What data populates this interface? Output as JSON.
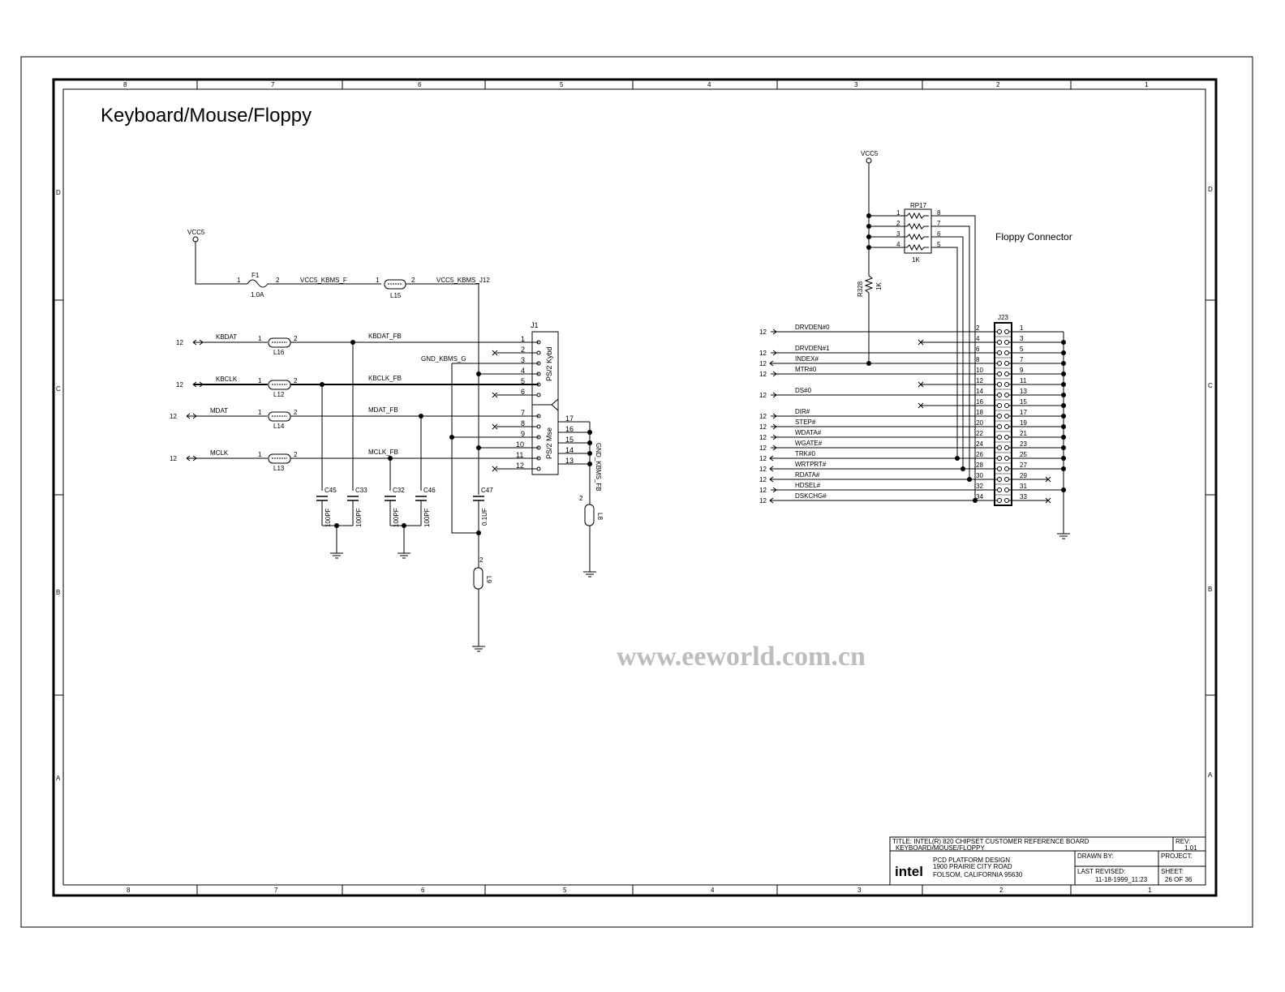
{
  "title": "Keyboard/Mouse/Floppy",
  "watermark": "www.eeworld.com.cn",
  "zones": {
    "columns": [
      "8",
      "7",
      "6",
      "5",
      "4",
      "3",
      "2",
      "1"
    ],
    "rows": [
      "D",
      "C",
      "B",
      "A"
    ]
  },
  "power": {
    "left_vcc": "VCC5",
    "right_vcc": "VCC5"
  },
  "fuse": {
    "ref": "F1",
    "value": "1.0A",
    "pin1": "1",
    "pin2": "2"
  },
  "nets": {
    "vcc_f": "VCC5_KBMS_F",
    "vcc_j12": "VCC5_KBMS_J12",
    "gnd_g": "GND_KBMS_G",
    "gnd_fb": "GND_KBMS_FB"
  },
  "l15": {
    "ref": "L15",
    "pin1": "1",
    "pin2": "2"
  },
  "kbms_signals": [
    {
      "sheet": "12",
      "name": "KBDAT",
      "ferrite": "L16",
      "fb": "KBDAT_FB"
    },
    {
      "sheet": "12",
      "name": "KBCLK",
      "ferrite": "L12",
      "fb": "KBCLK_FB"
    },
    {
      "sheet": "12",
      "name": "MDAT",
      "ferrite": "L14",
      "fb": "MDAT_FB"
    },
    {
      "sheet": "12",
      "name": "MCLK",
      "ferrite": "L13",
      "fb": "MCLK_FB"
    }
  ],
  "j1": {
    "ref": "J1",
    "kybd_label": "PS/2 Kybd",
    "mse_label": "PS/2 Mse",
    "left_pins": [
      "1",
      "2",
      "3",
      "4",
      "5",
      "6",
      "7",
      "8",
      "9",
      "10",
      "11",
      "12"
    ],
    "right_pins": [
      "17",
      "16",
      "15",
      "14",
      "13"
    ]
  },
  "caps": [
    {
      "ref": "C45",
      "value": "100PF"
    },
    {
      "ref": "C33",
      "value": "100PF"
    },
    {
      "ref": "C32",
      "value": "100PF"
    },
    {
      "ref": "C46",
      "value": "100PF"
    },
    {
      "ref": "C47",
      "value": "0.1UF"
    }
  ],
  "l9": {
    "ref": "L9",
    "pin": "2"
  },
  "l8": {
    "ref": "L8",
    "pin": "2"
  },
  "floppy": {
    "title": "Floppy Connector",
    "rp17": {
      "ref": "RP17",
      "value": "1K",
      "left_pins": [
        "1",
        "2",
        "3",
        "4"
      ],
      "right_pins": [
        "8",
        "7",
        "6",
        "5"
      ]
    },
    "r328": {
      "ref": "R328",
      "value": "1K"
    },
    "j23": "J23",
    "rows": [
      {
        "even": "2",
        "odd": "1",
        "sheet": "12",
        "name": "DRVDEN#0"
      },
      {
        "even": "4",
        "odd": "3",
        "sheet": "",
        "name": ""
      },
      {
        "even": "6",
        "odd": "5",
        "sheet": "12",
        "name": "DRVDEN#1"
      },
      {
        "even": "8",
        "odd": "7",
        "sheet": "12",
        "name": "INDEX#"
      },
      {
        "even": "10",
        "odd": "9",
        "sheet": "12",
        "name": "MTR#0"
      },
      {
        "even": "12",
        "odd": "11",
        "sheet": "",
        "name": ""
      },
      {
        "even": "14",
        "odd": "13",
        "sheet": "12",
        "name": "DS#0"
      },
      {
        "even": "16",
        "odd": "15",
        "sheet": "",
        "name": ""
      },
      {
        "even": "18",
        "odd": "17",
        "sheet": "12",
        "name": "DIR#"
      },
      {
        "even": "20",
        "odd": "19",
        "sheet": "12",
        "name": "STEP#"
      },
      {
        "even": "22",
        "odd": "21",
        "sheet": "12",
        "name": "WDATA#"
      },
      {
        "even": "24",
        "odd": "23",
        "sheet": "12",
        "name": "WGATE#"
      },
      {
        "even": "26",
        "odd": "25",
        "sheet": "12",
        "name": "TRK#0"
      },
      {
        "even": "28",
        "odd": "27",
        "sheet": "12",
        "name": "WRTPRT#"
      },
      {
        "even": "30",
        "odd": "29",
        "sheet": "12",
        "name": "RDATA#"
      },
      {
        "even": "32",
        "odd": "31",
        "sheet": "12",
        "name": "HDSEL#"
      },
      {
        "even": "34",
        "odd": "33",
        "sheet": "12",
        "name": "DSKCHG#"
      }
    ]
  },
  "title_block": {
    "title_line1": "TITLE: INTEL(R) 820 CHIPSET CUSTOMER REFERENCE BOARD",
    "title_line2": "KEYBOARD/MOUSE/FLOPPY",
    "rev_label": "REV:",
    "rev": "1.01",
    "logo": "intel",
    "company1": "PCD PLATFORM DESIGN",
    "company2": "1900 PRAIRIE CITY ROAD",
    "company3": "FOLSOM, CALIFORNIA 95630",
    "drawn_by_label": "DRAWN BY:",
    "project_label": "PROJECT:",
    "last_revised_label": "LAST REVISED:",
    "last_revised": "11-18-1999_11:23",
    "sheet_label": "SHEET:",
    "sheet": "26 OF 36"
  }
}
